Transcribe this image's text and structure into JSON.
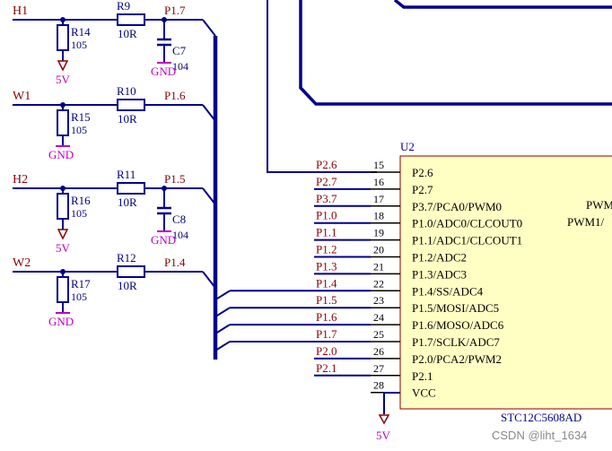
{
  "colors": {
    "wire": "#00008b",
    "bus": "#00008b",
    "net": "#8b0000",
    "designator": "#000080",
    "power": "#c000c0",
    "pin_number": "#000000",
    "chip_fill": "#ffffc4",
    "chip_stroke": "#8b0000",
    "chip_text": "#000000",
    "part_name": "#00008b"
  },
  "inputs": [
    {
      "label": "H1",
      "res": "R9",
      "res_val": "10R",
      "net": "P1.7",
      "pull": "R14",
      "pull_val": "105",
      "pull_power": "5V",
      "cap": "C7",
      "cap_val": "104",
      "cap_power": "GND"
    },
    {
      "label": "W1",
      "res": "R10",
      "res_val": "10R",
      "net": "P1.6",
      "pull": "R15",
      "pull_val": "105",
      "pull_power": "GND"
    },
    {
      "label": "H2",
      "res": "R11",
      "res_val": "10R",
      "net": "P1.5",
      "pull": "R16",
      "pull_val": "105",
      "pull_power": "5V",
      "cap": "C8",
      "cap_val": "104",
      "cap_power": "GND"
    },
    {
      "label": "W2",
      "res": "R12",
      "res_val": "10R",
      "net": "P1.4",
      "pull": "R17",
      "pull_val": "105",
      "pull_power": "GND"
    }
  ],
  "chip": {
    "ref": "U2",
    "part": "STC12C5608AD",
    "pins": [
      {
        "num": "15",
        "net": "P2.6",
        "name": "P2.6"
      },
      {
        "num": "16",
        "net": "P2.7",
        "name": "P2.7"
      },
      {
        "num": "17",
        "net": "P3.7",
        "name": "P3.7/PCA0/PWM0"
      },
      {
        "num": "18",
        "net": "P1.0",
        "name": "P1.0/ADC0/CLCOUT0"
      },
      {
        "num": "19",
        "net": "P1.1",
        "name": "P1.1/ADC1/CLCOUT1"
      },
      {
        "num": "20",
        "net": "P1.2",
        "name": "P1.2/ADC2"
      },
      {
        "num": "21",
        "net": "P1.3",
        "name": "P1.3/ADC3"
      },
      {
        "num": "22",
        "net": "P1.4",
        "name": "P1.4/SS/ADC4"
      },
      {
        "num": "23",
        "net": "P1.5",
        "name": "P1.5/MOSI/ADC5"
      },
      {
        "num": "24",
        "net": "P1.6",
        "name": "P1.6/MOSO/ADC6"
      },
      {
        "num": "25",
        "net": "P1.7",
        "name": "P1.7/SCLK/ADC7"
      },
      {
        "num": "26",
        "net": "P2.0",
        "name": "P2.0/PCA2/PWM2"
      },
      {
        "num": "27",
        "net": "P2.1",
        "name": "P2.1"
      },
      {
        "num": "28",
        "net": "",
        "name": "VCC"
      }
    ],
    "right_labels": [
      "PWM",
      "PWM1/"
    ],
    "vcc_power": "5V"
  },
  "watermark": "CSDN @liht_1634"
}
